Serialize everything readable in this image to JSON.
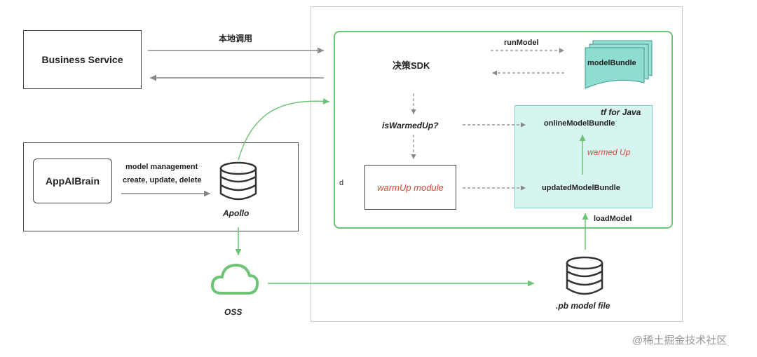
{
  "colors": {
    "green": "#6cc474",
    "teal_fill": "#d6f5f1",
    "teal_border": "#7fd3c8",
    "gray_line": "#888888",
    "red_text": "#e0453a",
    "outer_border": "#cccccc"
  },
  "labels": {
    "business_service": "Business Service",
    "local_call": "本地调用",
    "appaibrain": "AppAIBrain",
    "model_management_1": "model management",
    "model_management_2": "create, update, delete",
    "apollo": "Apollo",
    "oss": "OSS",
    "decision_sdk": "决策SDK",
    "run_model": "runModel",
    "model_bundle": "modelBundle",
    "is_warmed_up": "isWarmedUp?",
    "warmup_module": "warmUp module",
    "d_label": "d",
    "tf_for_java": "tf for Java",
    "online_model_bundle": "onlineModelBundle",
    "warmed_up": "warmed Up",
    "updated_model_bundle": "updatedModelBundle",
    "load_model": "loadModel",
    "pb_model_file": ".pb model file",
    "watermark": "@稀土掘金技术社区"
  },
  "icons": {
    "apollo": "database-icon",
    "pb_file": "database-icon",
    "oss": "cloud-icon",
    "model_bundle": "document-stack-icon"
  }
}
